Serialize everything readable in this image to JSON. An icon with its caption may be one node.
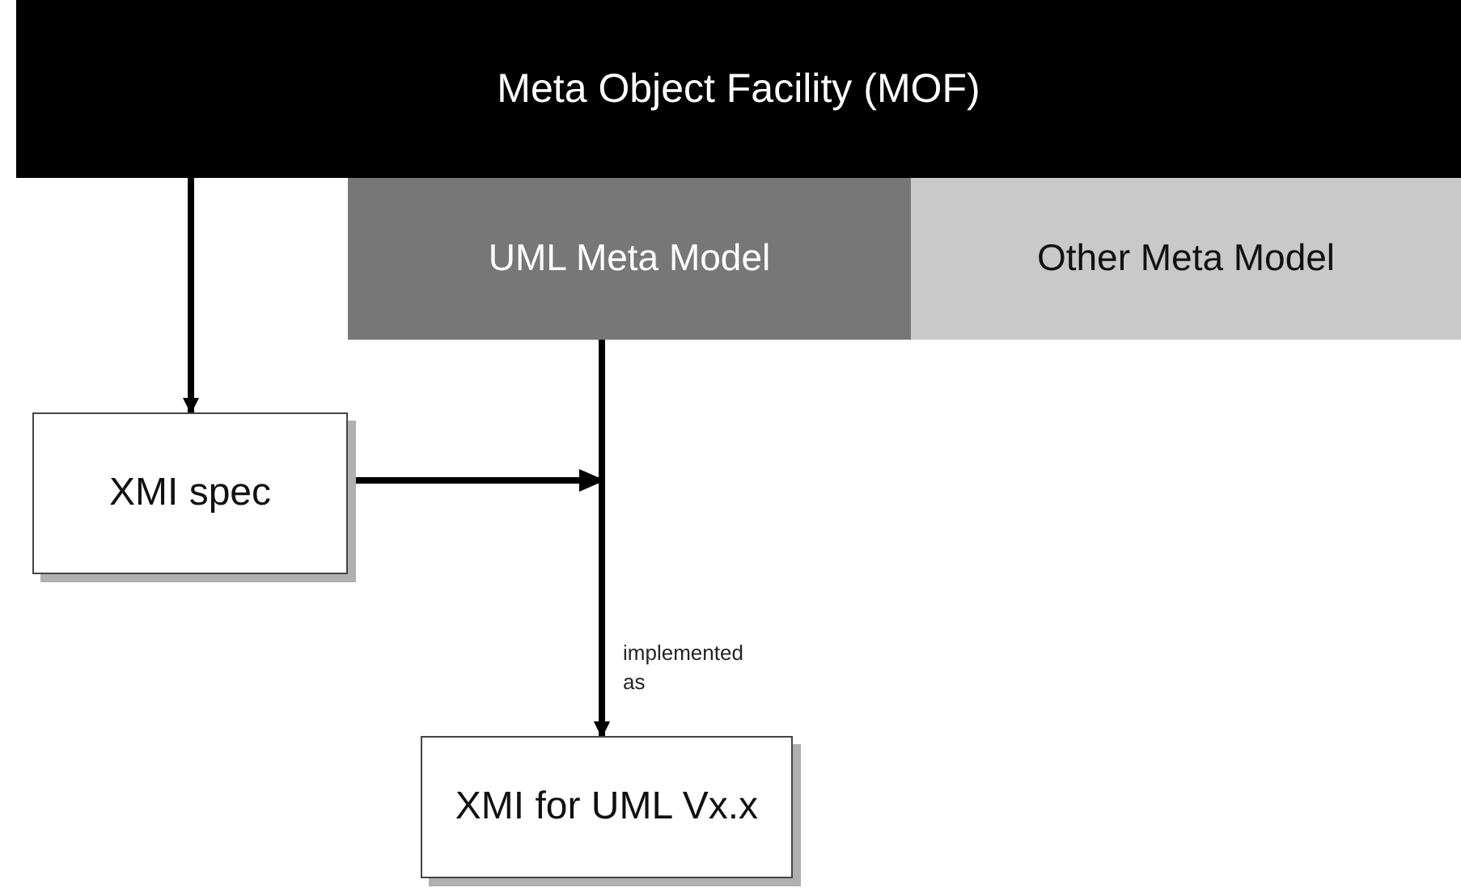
{
  "diagram": {
    "nodes": [
      {
        "text": [
          "Meta Object Facility (MOF)"
        ]
      },
      {
        "text": [
          "UML Meta Model"
        ]
      },
      {
        "text": [
          "Other Meta Model"
        ]
      },
      {
        "text": [
          "XMI spec"
        ]
      },
      {
        "text": [
          "XMI for UML Vx.x"
        ]
      }
    ],
    "edges": [
      {
        "from": 0,
        "to": 3,
        "arrow": "to"
      },
      {
        "from": 1,
        "to": 4,
        "arrow": "to",
        "label": "implemented as"
      },
      {
        "from": 3,
        "to": 4,
        "arrow": "to"
      }
    ]
  }
}
